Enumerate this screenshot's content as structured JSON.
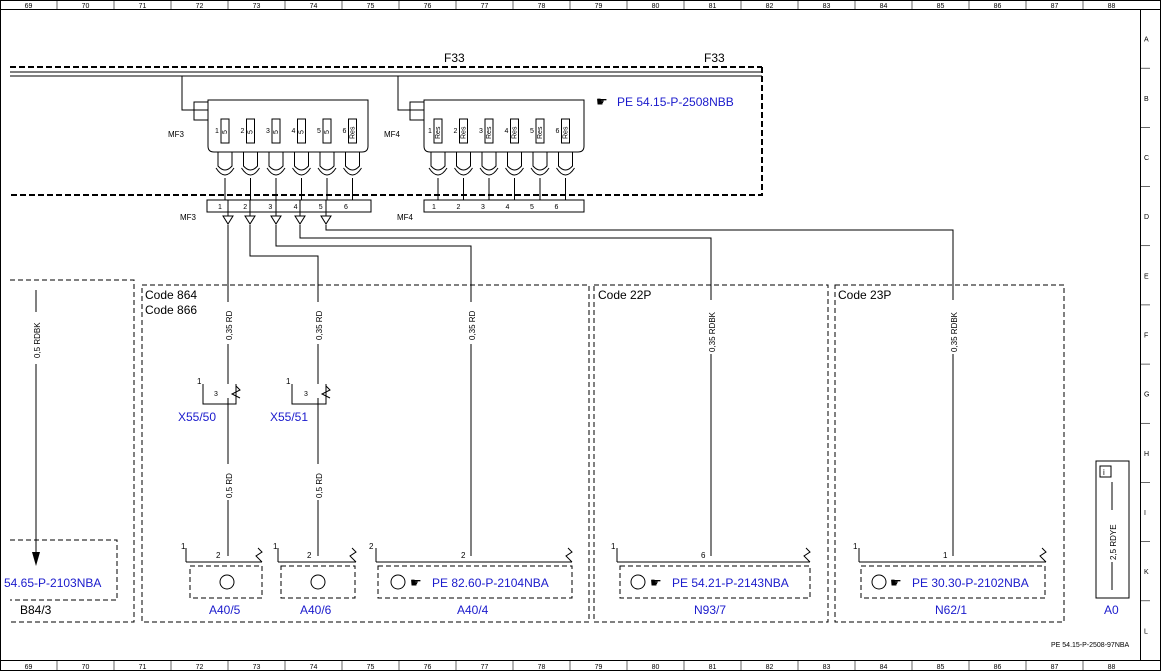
{
  "grid": {
    "columns": [
      "69",
      "70",
      "71",
      "72",
      "73",
      "74",
      "75",
      "76",
      "77",
      "78",
      "79",
      "80",
      "81",
      "82",
      "83",
      "84",
      "85",
      "86",
      "87",
      "88"
    ],
    "rows": [
      "A",
      "B",
      "C",
      "D",
      "E",
      "F",
      "G",
      "H",
      "I",
      "K",
      "L"
    ]
  },
  "fuse_labels": {
    "left": "F33",
    "right": "F33"
  },
  "ref_top": "PE 54.15-P-2508NBB",
  "fuse_blocks": {
    "mf3": {
      "label": "MF3",
      "fuses": [
        {
          "pin": "1",
          "rating": "5"
        },
        {
          "pin": "2",
          "rating": "5"
        },
        {
          "pin": "3",
          "rating": "5"
        },
        {
          "pin": "4",
          "rating": "5"
        },
        {
          "pin": "5",
          "rating": "5"
        },
        {
          "pin": "6",
          "rating": "Res"
        }
      ]
    },
    "mf4": {
      "label": "MF4",
      "fuses": [
        {
          "pin": "1",
          "rating": "Res"
        },
        {
          "pin": "2",
          "rating": "Res"
        },
        {
          "pin": "3",
          "rating": "Res"
        },
        {
          "pin": "4",
          "rating": "Res"
        },
        {
          "pin": "5",
          "rating": "Res"
        },
        {
          "pin": "6",
          "rating": "Res"
        }
      ]
    }
  },
  "connectors": {
    "mf3": {
      "label": "MF3",
      "pins": [
        "1",
        "2",
        "3",
        "4",
        "5",
        "6"
      ]
    },
    "mf4": {
      "label": "MF4",
      "pins": [
        "1",
        "2",
        "3",
        "4",
        "5",
        "6"
      ]
    }
  },
  "codes": {
    "code864": "Code 864",
    "code866": "Code 866",
    "code22p": "Code 22P",
    "code23p": "Code 23P"
  },
  "wires": {
    "left": "0,5 RDBK",
    "w1": "0,35 RD",
    "w2": "0,35 RD",
    "w3": "0,35 RD",
    "w4": "0,35 RDBK",
    "w5": "0,35 RDBK",
    "w1b": "0,5 RD",
    "w2b": "0,5 RD",
    "info": "2,5 RDYE"
  },
  "switches": [
    {
      "id": "X55/50",
      "term": "3",
      "pin": "1"
    },
    {
      "id": "X55/51",
      "term": "3",
      "pin": "1"
    }
  ],
  "components": {
    "b84": {
      "id": "B84/3",
      "ref": "54.65-P-2103NBA"
    },
    "a405": {
      "id": "A40/5",
      "pin_a": "1",
      "pin_b": "2"
    },
    "a406": {
      "id": "A40/6",
      "pin_a": "1",
      "pin_b": "2"
    },
    "a404": {
      "id": "A40/4",
      "pin_a": "2",
      "pin_b": "2",
      "ref": "PE 82.60-P-2104NBA"
    },
    "n93": {
      "id": "N93/7",
      "pin_a": "1",
      "pin_b": "6",
      "ref": "PE 54.21-P-2143NBA"
    },
    "n62": {
      "id": "N62/1",
      "pin_a": "1",
      "pin_b": "1",
      "ref": "PE 30.30-P-2102NBA"
    },
    "a0": {
      "id": "A0",
      "info_icon": "info-icon"
    }
  },
  "footer_ref": "PE 54.15-P-2508-97NBA",
  "colors": {
    "link": "#1a1acc",
    "line": "#000000"
  }
}
